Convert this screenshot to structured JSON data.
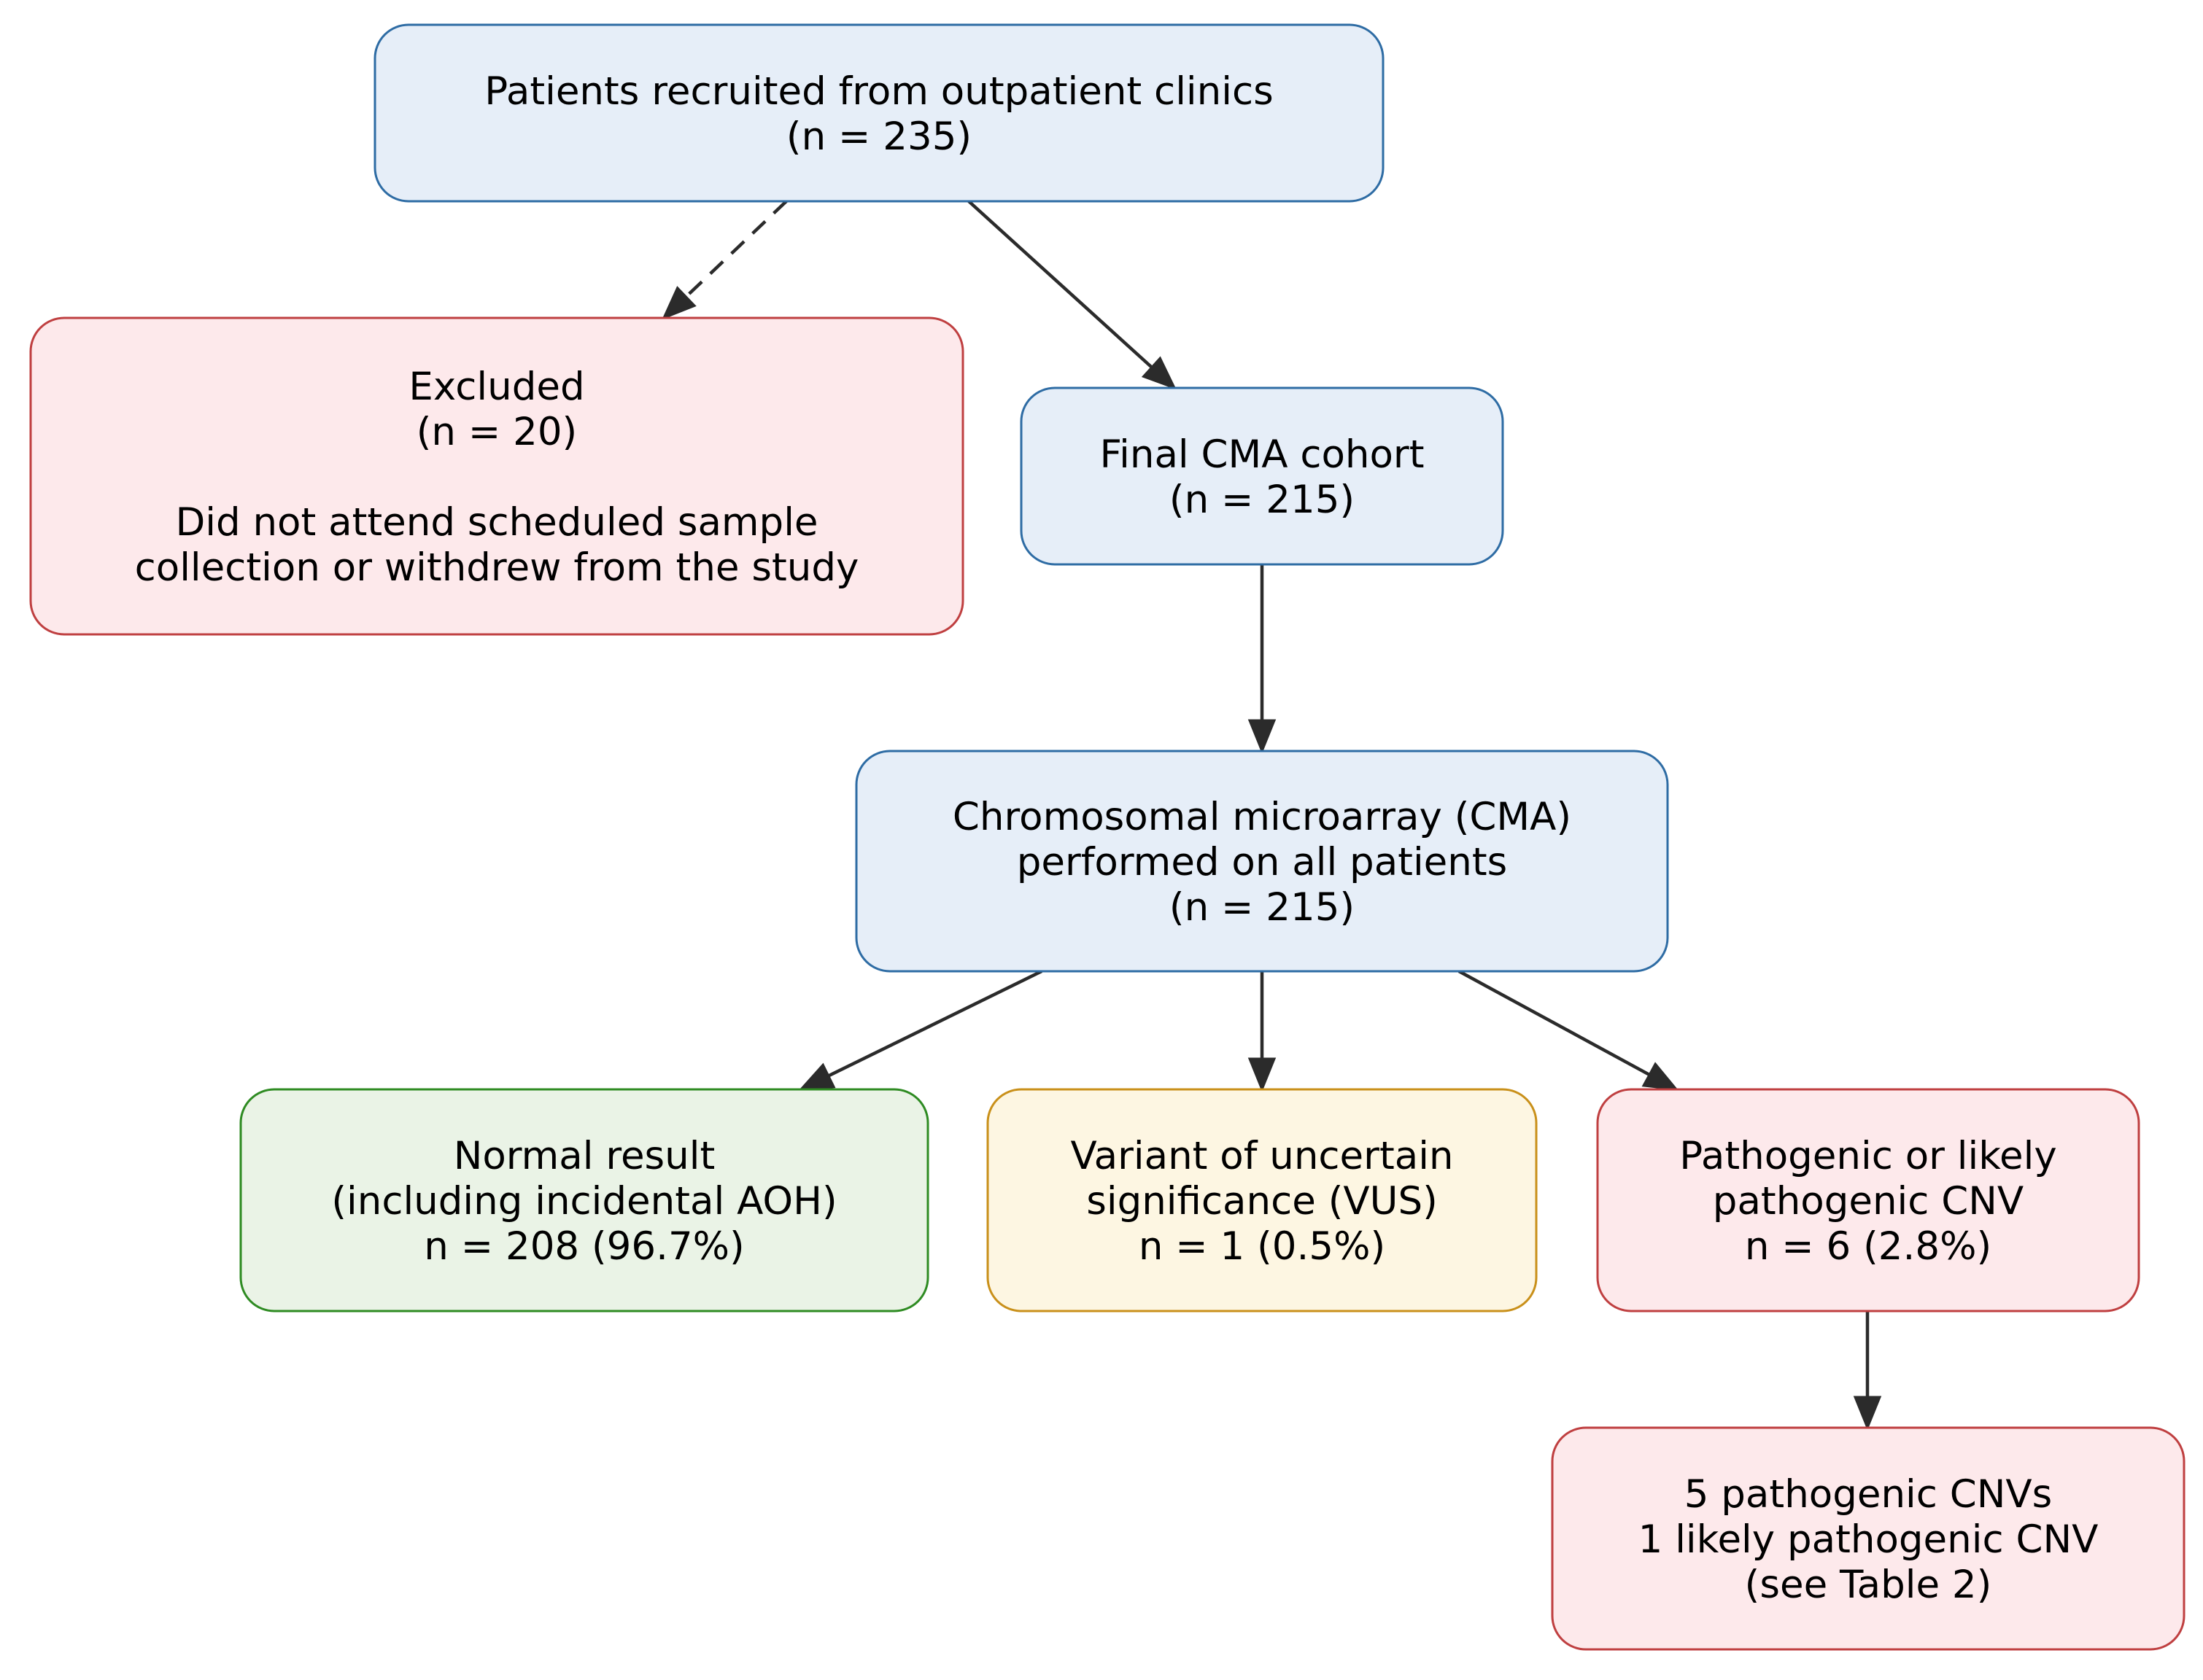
{
  "flowchart": {
    "colors": {
      "blue": {
        "fill": "#e6eef8",
        "stroke": "#2e6ca4"
      },
      "red": {
        "fill": "#fde9eb",
        "stroke": "#bf3f40"
      },
      "green": {
        "fill": "#eaf3e6",
        "stroke": "#2e8b22"
      },
      "yellow": {
        "fill": "#fdf6e2",
        "stroke": "#c9901a"
      },
      "edge": "#2b2b2b"
    },
    "nodes": [
      {
        "id": "recruited",
        "style": "blue",
        "lines": [
          "Patients recruited from outpatient clinics",
          "(n = 235)"
        ]
      },
      {
        "id": "excluded",
        "style": "red",
        "lines": [
          "Excluded",
          "(n = 20)",
          "",
          "Did not attend scheduled sample",
          "collection or withdrew from the study"
        ]
      },
      {
        "id": "final-cohort",
        "style": "blue",
        "lines": [
          "Final CMA cohort",
          "(n = 215)"
        ]
      },
      {
        "id": "cma-performed",
        "style": "blue",
        "lines": [
          "Chromosomal microarray (CMA)",
          "performed on all patients",
          "(n = 215)"
        ]
      },
      {
        "id": "normal-result",
        "style": "green",
        "lines": [
          "Normal result",
          "(including incidental AOH)",
          "n = 208 (96.7%)"
        ]
      },
      {
        "id": "vus",
        "style": "yellow",
        "lines": [
          "Variant of uncertain",
          "significance (VUS)",
          "n = 1 (0.5%)"
        ]
      },
      {
        "id": "pathogenic",
        "style": "red",
        "lines": [
          "Pathogenic or likely",
          "pathogenic CNV",
          "n = 6 (2.8%)"
        ]
      },
      {
        "id": "cnv-detail",
        "style": "red",
        "lines": [
          "5 pathogenic CNVs",
          "1 likely pathogenic CNV",
          "(see Table 2)"
        ]
      }
    ],
    "edges": [
      {
        "from": "recruited",
        "to": "excluded",
        "style": "dashed"
      },
      {
        "from": "recruited",
        "to": "final-cohort",
        "style": "solid"
      },
      {
        "from": "final-cohort",
        "to": "cma-performed",
        "style": "solid"
      },
      {
        "from": "cma-performed",
        "to": "normal-result",
        "style": "solid"
      },
      {
        "from": "cma-performed",
        "to": "vus",
        "style": "solid"
      },
      {
        "from": "cma-performed",
        "to": "pathogenic",
        "style": "solid"
      },
      {
        "from": "pathogenic",
        "to": "cnv-detail",
        "style": "solid"
      }
    ]
  }
}
